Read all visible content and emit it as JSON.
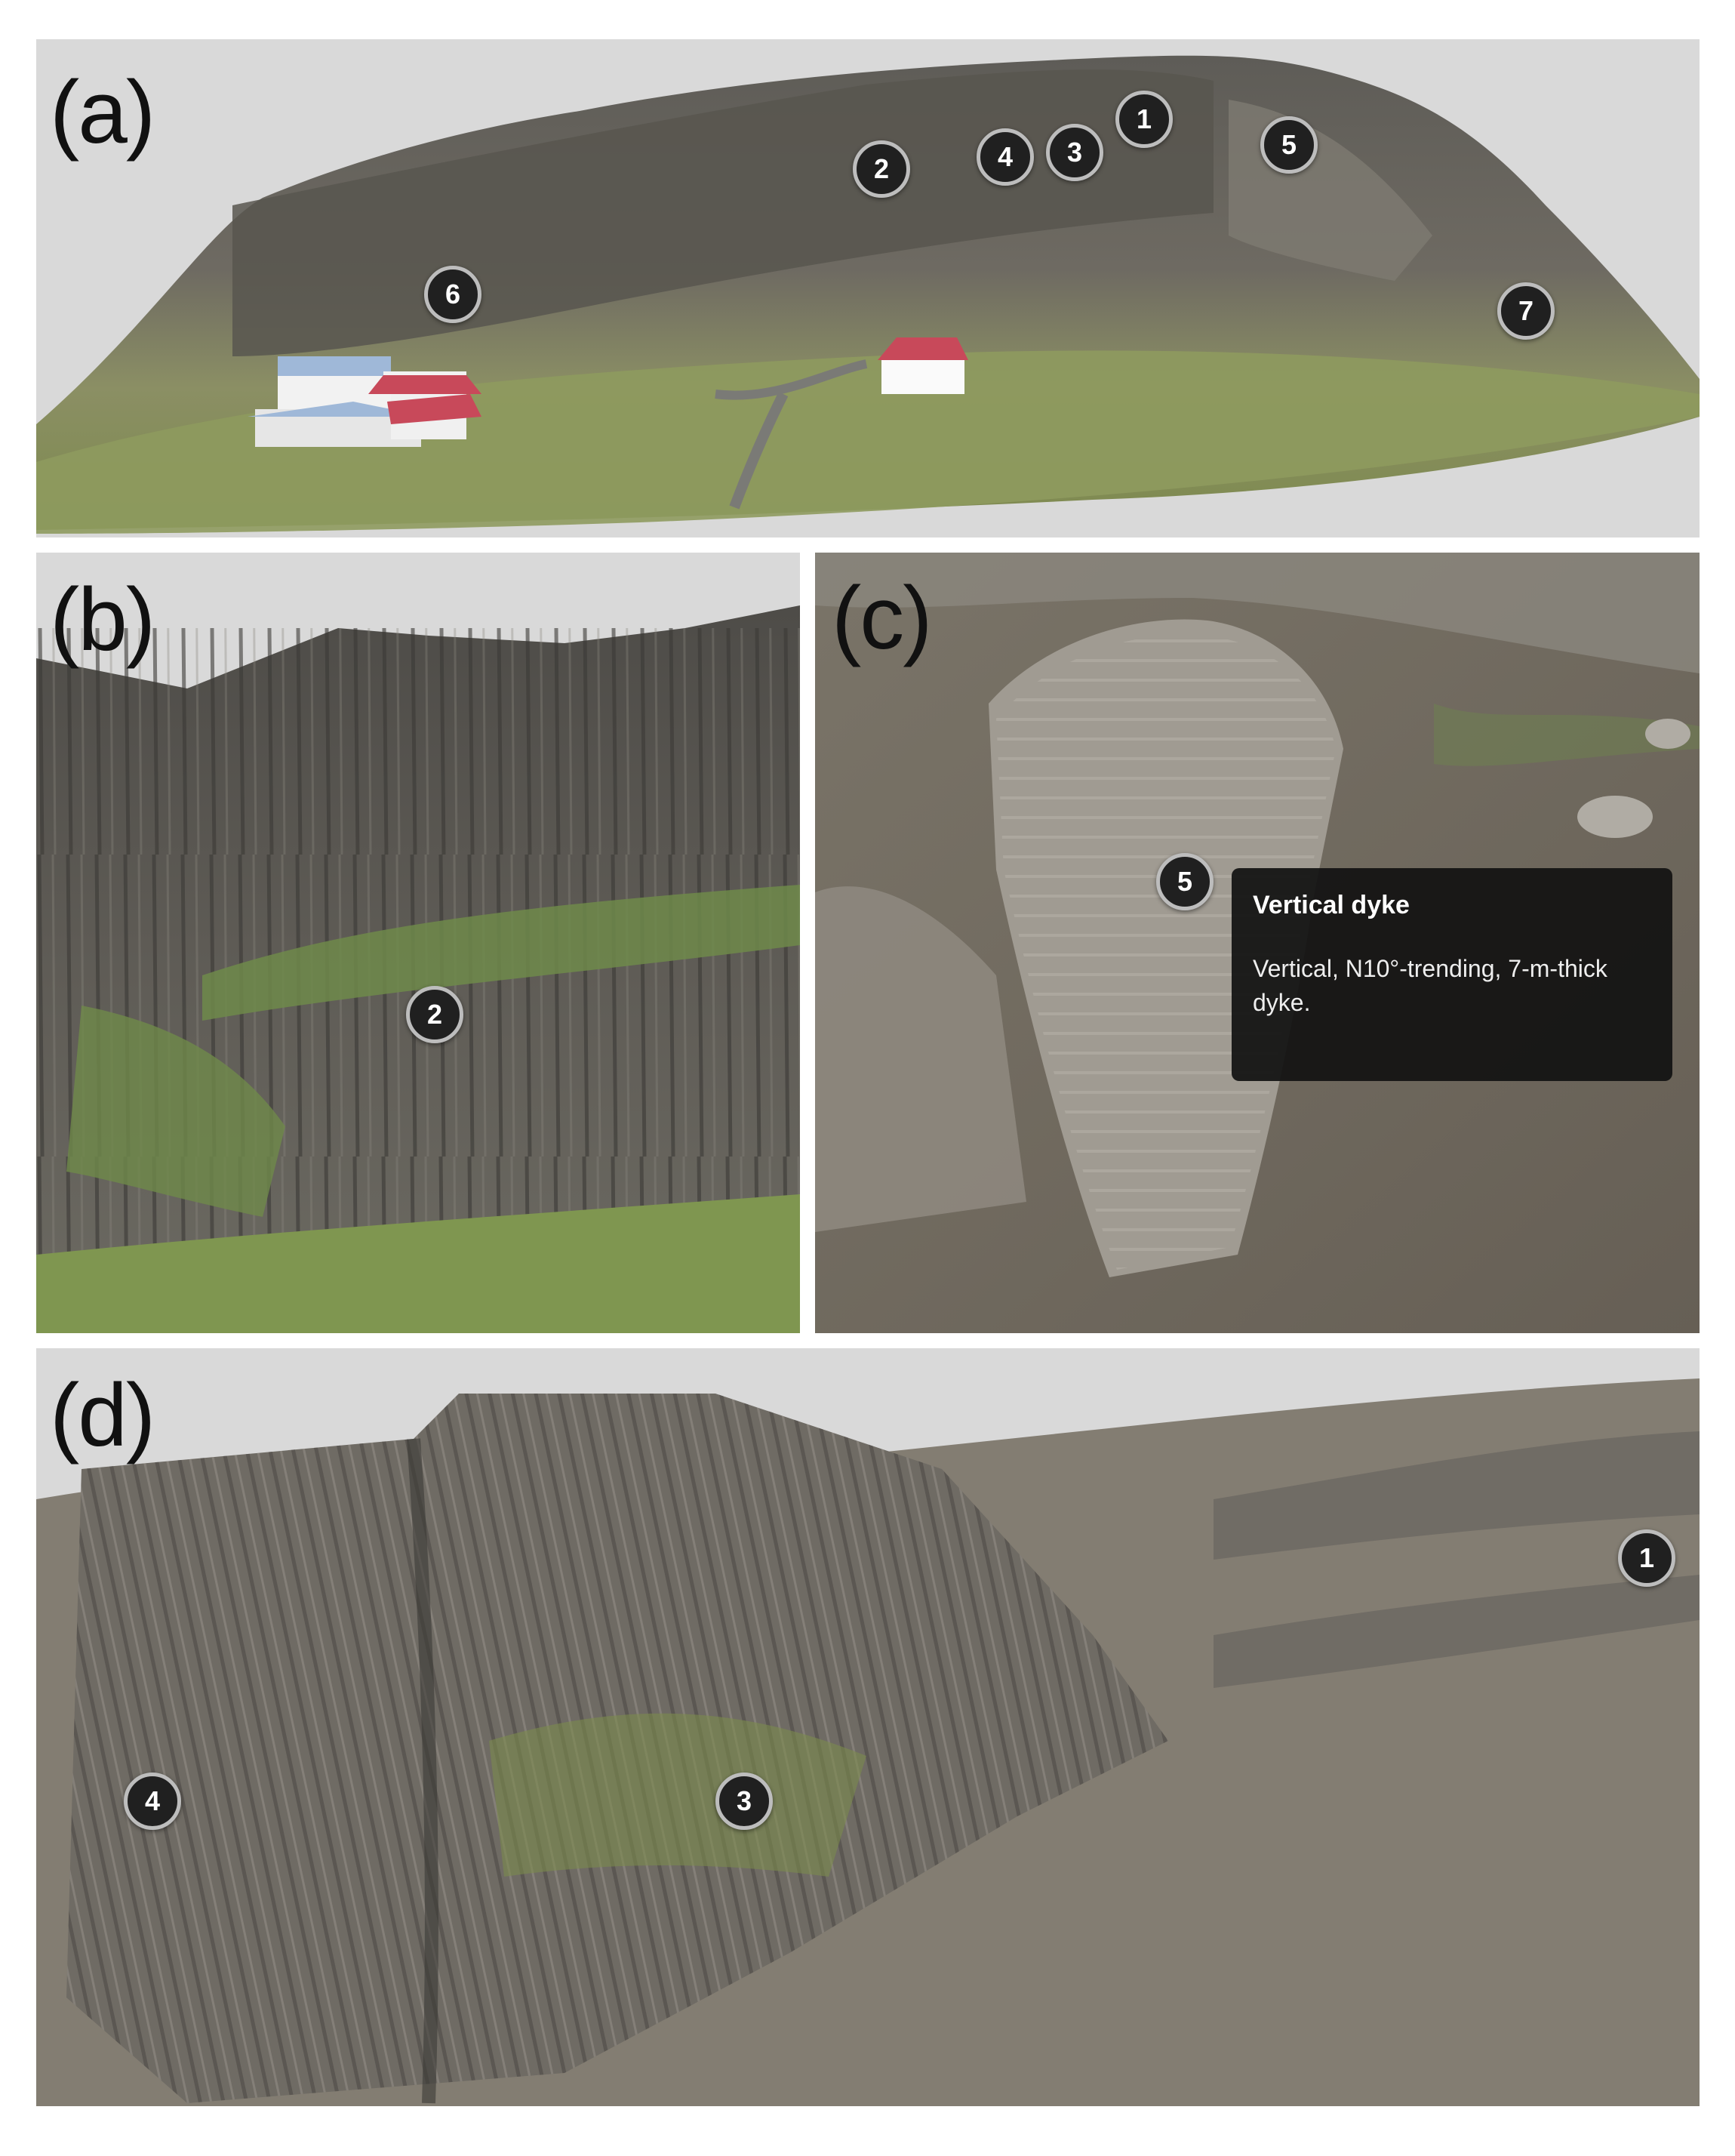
{
  "panels": {
    "a": {
      "letter": "(a)",
      "markers": [
        "1",
        "2",
        "3",
        "4",
        "5",
        "6",
        "7"
      ]
    },
    "b": {
      "letter": "(b)",
      "markers": [
        "2"
      ]
    },
    "c": {
      "letter": "(c)",
      "markers": [
        "5"
      ],
      "tooltip": {
        "title": "Vertical dyke",
        "body": "Vertical, N10°-trending, 7-m-thick dyke."
      }
    },
    "d": {
      "letter": "(d)",
      "markers": [
        "1",
        "3",
        "4"
      ]
    }
  },
  "colors": {
    "background": "#d9d9d9",
    "rock": "#6f6c66",
    "grass": "#7f8f55",
    "roof_red": "#c8495a",
    "marker_fill": "#202020"
  }
}
